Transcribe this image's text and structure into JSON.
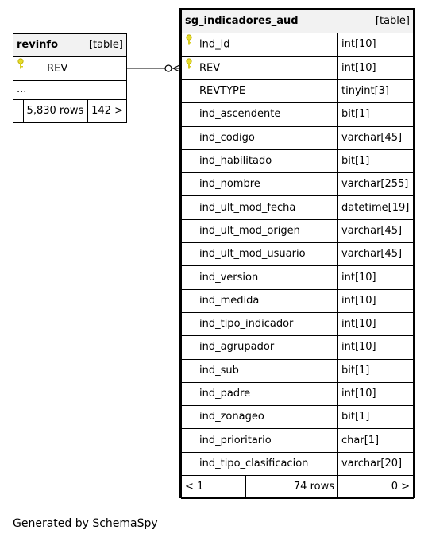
{
  "revinfo": {
    "name": "revinfo",
    "kind": "[table]",
    "columns": [
      {
        "name": "REV",
        "key": "primary-key-icon"
      }
    ],
    "ellipsis": "...",
    "rows_label": "5,830 rows",
    "children_label": "142 >"
  },
  "audit": {
    "name": "sg_indicadores_aud",
    "kind": "[table]",
    "columns": [
      {
        "name": "ind_id",
        "type": "int[10]",
        "key": "primary-key-icon"
      },
      {
        "name": "REV",
        "type": "int[10]",
        "key": "primary-key-icon"
      },
      {
        "name": "REVTYPE",
        "type": "tinyint[3]",
        "key": ""
      },
      {
        "name": "ind_ascendente",
        "type": "bit[1]",
        "key": ""
      },
      {
        "name": "ind_codigo",
        "type": "varchar[45]",
        "key": ""
      },
      {
        "name": "ind_habilitado",
        "type": "bit[1]",
        "key": ""
      },
      {
        "name": "ind_nombre",
        "type": "varchar[255]",
        "key": ""
      },
      {
        "name": "ind_ult_mod_fecha",
        "type": "datetime[19]",
        "key": ""
      },
      {
        "name": "ind_ult_mod_origen",
        "type": "varchar[45]",
        "key": ""
      },
      {
        "name": "ind_ult_mod_usuario",
        "type": "varchar[45]",
        "key": ""
      },
      {
        "name": "ind_version",
        "type": "int[10]",
        "key": ""
      },
      {
        "name": "ind_medida",
        "type": "int[10]",
        "key": ""
      },
      {
        "name": "ind_tipo_indicador",
        "type": "int[10]",
        "key": ""
      },
      {
        "name": "ind_agrupador",
        "type": "int[10]",
        "key": ""
      },
      {
        "name": "ind_sub",
        "type": "bit[1]",
        "key": ""
      },
      {
        "name": "ind_padre",
        "type": "int[10]",
        "key": ""
      },
      {
        "name": "ind_zonageo",
        "type": "bit[1]",
        "key": ""
      },
      {
        "name": "ind_prioritario",
        "type": "char[1]",
        "key": ""
      },
      {
        "name": "ind_tipo_clasificacion",
        "type": "varchar[20]",
        "key": ""
      }
    ],
    "parents_label": "< 1",
    "rows_label": "74 rows",
    "children_label": "0 >"
  },
  "footer": "Generated by SchemaSpy"
}
